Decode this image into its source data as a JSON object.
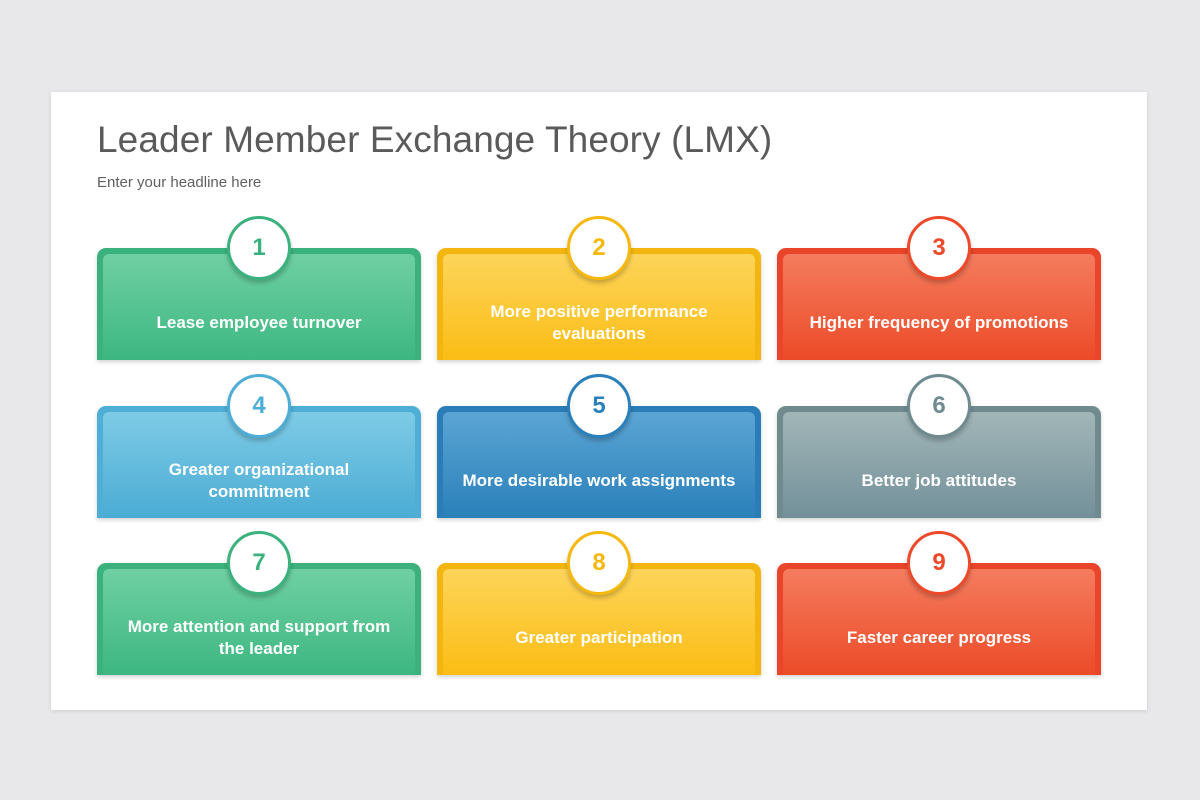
{
  "slide": {
    "title": "Leader Member Exchange Theory (LMX)",
    "subtitle": "Enter your headline here"
  },
  "cards": [
    {
      "number": "1",
      "text": "Lease employee turnover",
      "color": "#3bb27e"
    },
    {
      "number": "2",
      "text": "More positive performance evaluations",
      "color": "#f5b80f"
    },
    {
      "number": "3",
      "text": "Higher frequency of promotions",
      "color": "#ec4a2b"
    },
    {
      "number": "4",
      "text": "Greater organizational commitment",
      "color": "#4dadd6"
    },
    {
      "number": "5",
      "text": "More desirable work assignments",
      "color": "#2a80ba"
    },
    {
      "number": "6",
      "text": "Better job attitudes",
      "color": "#6f8b90"
    },
    {
      "number": "7",
      "text": "More attention and support from the leader",
      "color": "#3bb27e"
    },
    {
      "number": "8",
      "text": "Greater participation",
      "color": "#f5b80f"
    },
    {
      "number": "9",
      "text": "Faster career progress",
      "color": "#ec4a2b"
    }
  ]
}
